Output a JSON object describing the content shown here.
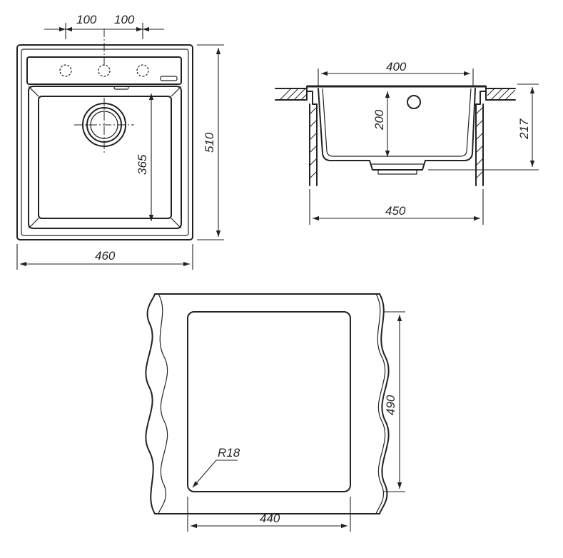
{
  "top_view": {
    "tap_spacing_left": "100",
    "tap_spacing_right": "100",
    "width": "460",
    "height": "510",
    "bowl_depth": "365"
  },
  "side_view": {
    "bowl_width": "400",
    "bowl_depth": "200",
    "overall_width": "450",
    "overall_height": "217"
  },
  "cutout": {
    "width": "440",
    "height": "490",
    "corner_radius": "R18"
  }
}
